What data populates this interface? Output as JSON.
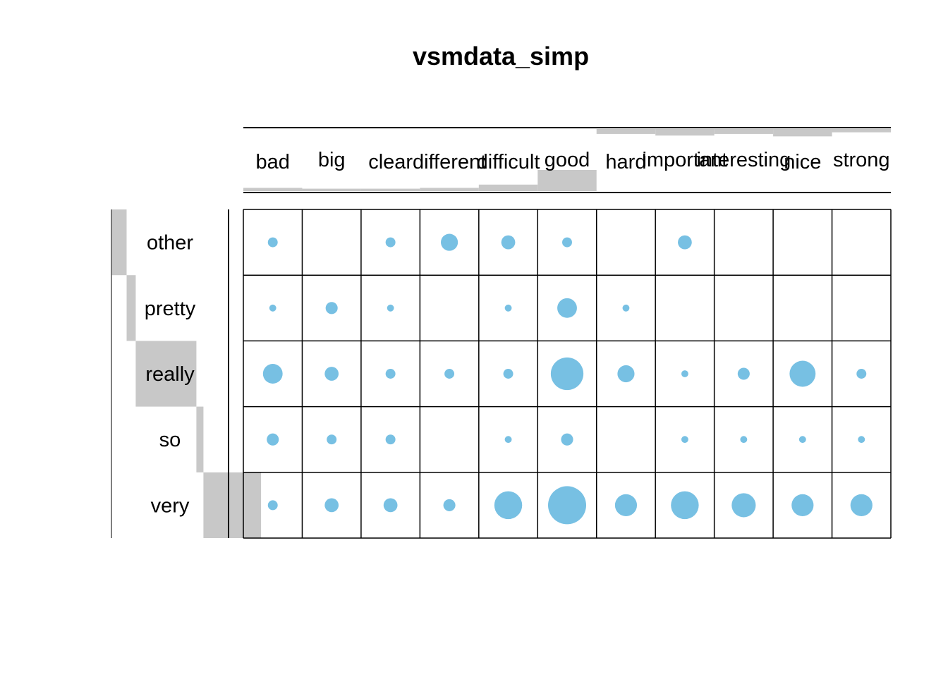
{
  "chart_data": {
    "type": "balloon",
    "title": "vsmdata_simp",
    "rows": [
      "other",
      "pretty",
      "really",
      "so",
      "very"
    ],
    "columns": [
      "bad",
      "big",
      "clear",
      "different",
      "difficult",
      "good",
      "hard",
      "important",
      "interesting",
      "nice",
      "strong"
    ],
    "values": [
      [
        1,
        0,
        1,
        3,
        2,
        1,
        0,
        2,
        0,
        0,
        0
      ],
      [
        0.5,
        1.5,
        0.5,
        0,
        0.5,
        4,
        0.5,
        0,
        0,
        0,
        0
      ],
      [
        4,
        2,
        1,
        1,
        1,
        11,
        3,
        0.5,
        1.5,
        7,
        1
      ],
      [
        1.5,
        1,
        1,
        0,
        0.5,
        1.5,
        0,
        0.5,
        0.5,
        0.5,
        0.5
      ],
      [
        1,
        2,
        2,
        1.5,
        8,
        15,
        5,
        8,
        6,
        5,
        5
      ]
    ],
    "row_totals": [
      1,
      0.6,
      4,
      0.45,
      3.8
    ],
    "column_totals": [
      0.2,
      0.15,
      0.15,
      0.2,
      0.4,
      1.3,
      0.3,
      0.4,
      0.3,
      0.45,
      0.2
    ],
    "colors": {
      "balloon": "#77C0E3",
      "marginal_bar": "#C8C8C8",
      "grid": "#000000"
    }
  }
}
